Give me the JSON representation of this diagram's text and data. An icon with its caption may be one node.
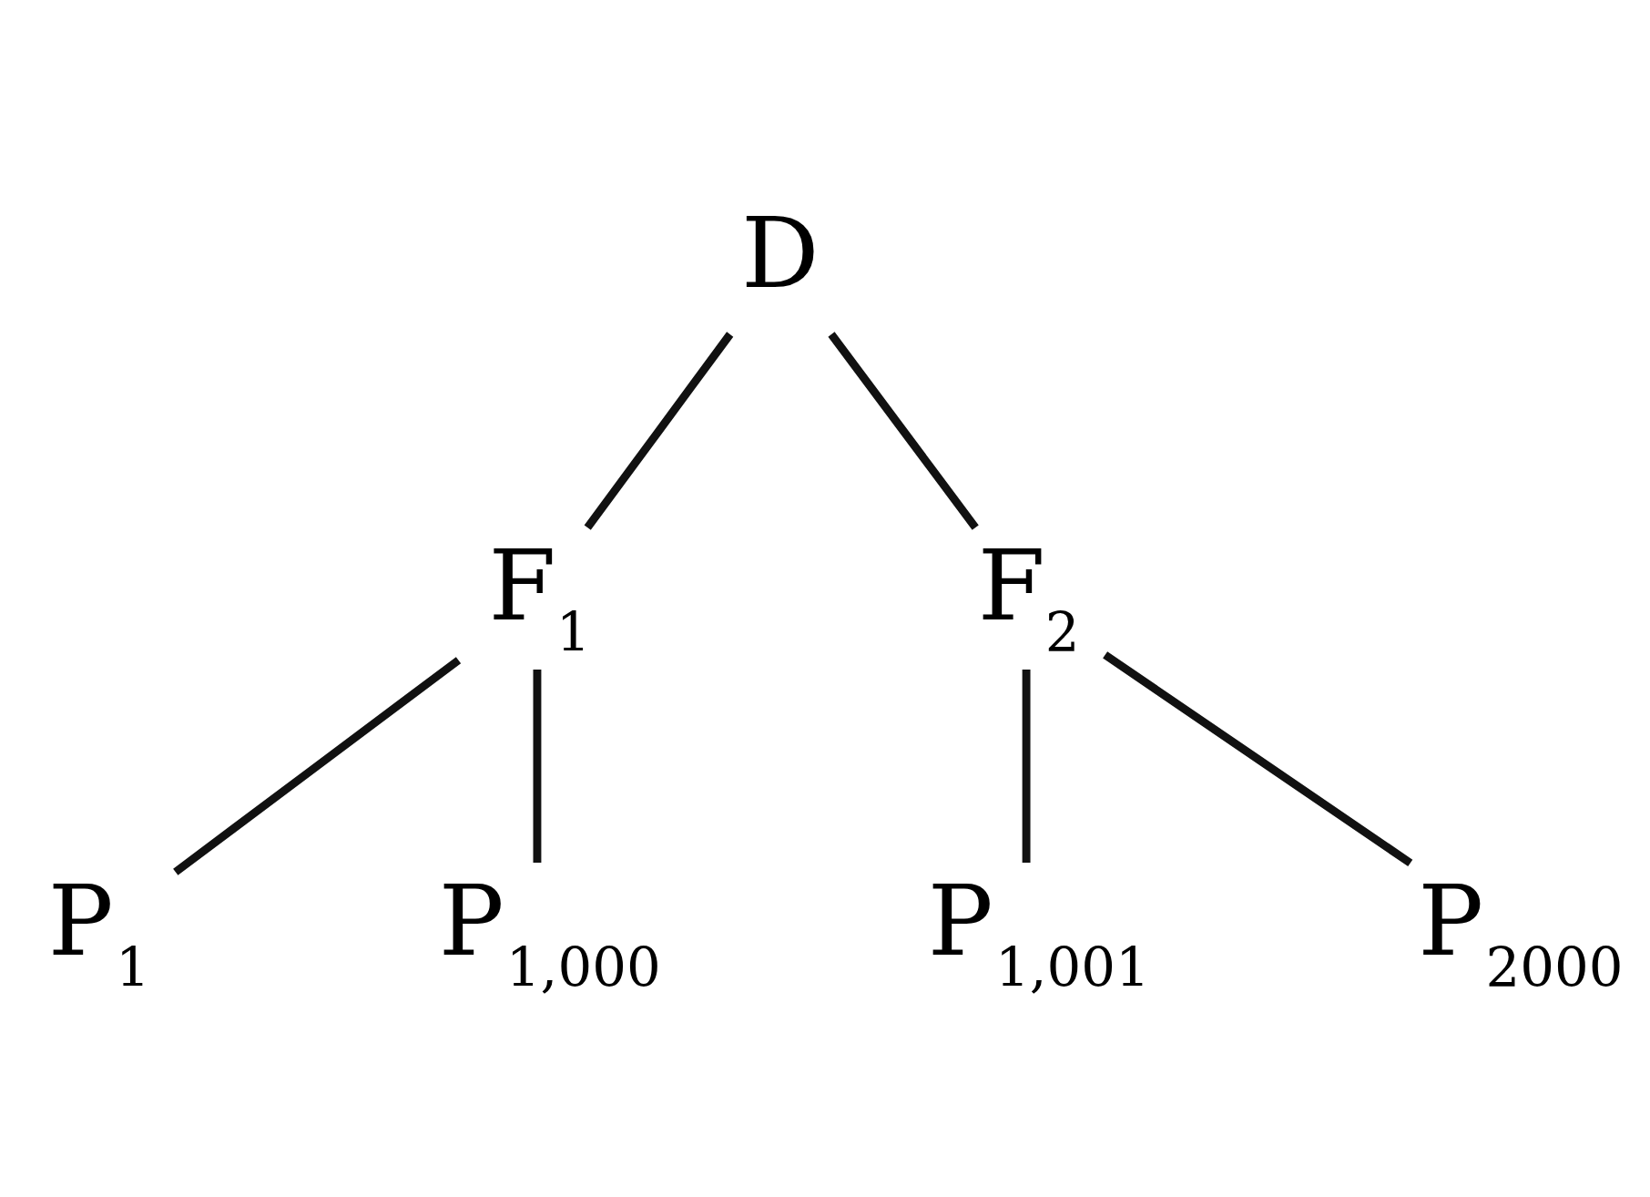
{
  "diagram": {
    "nodes": [
      {
        "text": [
          "D"
        ]
      },
      {
        "text": [
          "F$_{1}$"
        ]
      },
      {
        "text": [
          "F$_{2}$"
        ]
      },
      {
        "text": [
          "P$_{1}$"
        ]
      },
      {
        "text": [
          "P$_{1,000}$"
        ]
      },
      {
        "text": [
          "P$_{1,001}$"
        ]
      },
      {
        "text": [
          "P$_{2000}$"
        ]
      }
    ],
    "edges": [
      {
        "from": 0,
        "to": 1,
        "arrow": "none"
      },
      {
        "from": 0,
        "to": 2,
        "arrow": "none"
      },
      {
        "from": 1,
        "to": 3,
        "arrow": "none"
      },
      {
        "from": 1,
        "to": 4,
        "arrow": "none"
      },
      {
        "from": 2,
        "to": 5,
        "arrow": "none"
      },
      {
        "from": 2,
        "to": 6,
        "arrow": "none"
      }
    ]
  }
}
